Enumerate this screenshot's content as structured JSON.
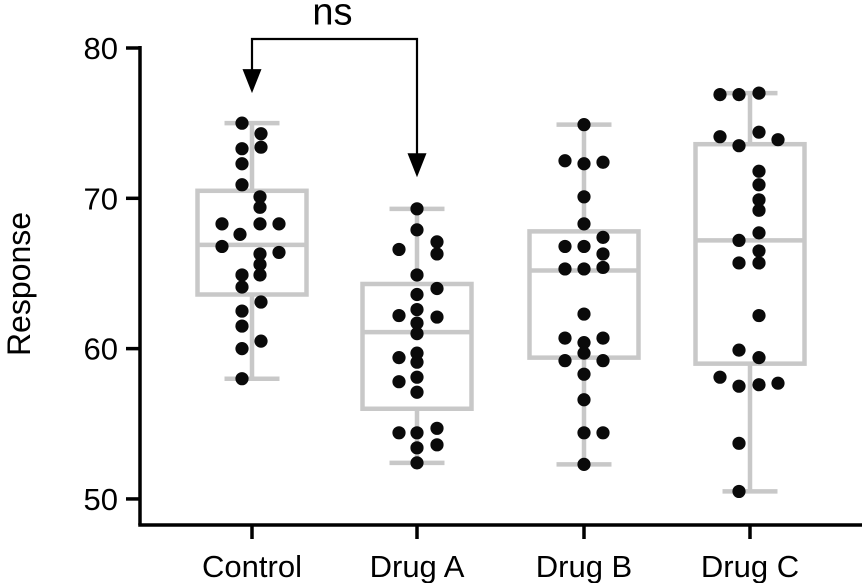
{
  "figure": {
    "background": "#ffffff"
  },
  "chart_data": {
    "type": "boxplot",
    "title": "",
    "ylabel": "Response",
    "xlabel": "",
    "ylim": [
      48,
      80
    ],
    "yticks": [
      50,
      60,
      70,
      80
    ],
    "grid": false,
    "categories": [
      "Control",
      "Drug A",
      "Drug B",
      "Drug C"
    ],
    "colors": {
      "axis": "#000000",
      "box_stroke": "#c8c8c8",
      "box_fill": "#ffffff",
      "point_fill": "#0a0a0a",
      "annotation": "#000000"
    },
    "groups": [
      {
        "name": "Control",
        "box": {
          "whisker_low": 58.0,
          "q1": 63.6,
          "median": 66.9,
          "q3": 70.5,
          "whisker_high": 75.0
        },
        "points": [
          [
            75.0,
            -10
          ],
          [
            74.3,
            9
          ],
          [
            73.4,
            9
          ],
          [
            73.3,
            -10
          ],
          [
            72.3,
            -10
          ],
          [
            70.9,
            -10
          ],
          [
            70.1,
            8
          ],
          [
            69.4,
            8
          ],
          [
            68.3,
            -30
          ],
          [
            68.3,
            8
          ],
          [
            68.3,
            27
          ],
          [
            67.6,
            -12
          ],
          [
            66.8,
            -30
          ],
          [
            66.4,
            27
          ],
          [
            66.3,
            8
          ],
          [
            65.6,
            8
          ],
          [
            64.9,
            -10
          ],
          [
            64.9,
            8
          ],
          [
            64.1,
            -10
          ],
          [
            63.1,
            9
          ],
          [
            62.5,
            -10
          ],
          [
            61.5,
            -10
          ],
          [
            60.5,
            9
          ],
          [
            60.0,
            -10
          ],
          [
            58.0,
            -10
          ]
        ]
      },
      {
        "name": "Drug A",
        "box": {
          "whisker_low": 52.4,
          "q1": 56.0,
          "median": 61.1,
          "q3": 64.3,
          "whisker_high": 69.3
        },
        "points": [
          [
            69.3,
            0
          ],
          [
            67.9,
            0
          ],
          [
            67.1,
            20
          ],
          [
            66.6,
            -18
          ],
          [
            66.3,
            20
          ],
          [
            64.9,
            0
          ],
          [
            64.0,
            20
          ],
          [
            63.6,
            0
          ],
          [
            62.6,
            0
          ],
          [
            62.2,
            -18
          ],
          [
            62.1,
            20
          ],
          [
            61.7,
            0
          ],
          [
            61.0,
            0
          ],
          [
            59.7,
            0
          ],
          [
            59.4,
            -18
          ],
          [
            59.1,
            0
          ],
          [
            58.1,
            0
          ],
          [
            57.8,
            -18
          ],
          [
            57.1,
            0
          ],
          [
            54.7,
            20
          ],
          [
            54.4,
            -18
          ],
          [
            54.4,
            0
          ],
          [
            53.6,
            20
          ],
          [
            53.4,
            0
          ],
          [
            52.4,
            0
          ]
        ]
      },
      {
        "name": "Drug B",
        "box": {
          "whisker_low": 52.3,
          "q1": 59.4,
          "median": 65.2,
          "q3": 67.8,
          "whisker_high": 74.9
        },
        "points": [
          [
            74.9,
            0
          ],
          [
            72.5,
            -19
          ],
          [
            72.4,
            19
          ],
          [
            72.3,
            0
          ],
          [
            70.1,
            0
          ],
          [
            68.3,
            0
          ],
          [
            67.4,
            19
          ],
          [
            66.8,
            -19
          ],
          [
            66.8,
            0
          ],
          [
            66.3,
            19
          ],
          [
            65.4,
            19
          ],
          [
            65.3,
            -19
          ],
          [
            65.3,
            0
          ],
          [
            62.3,
            0
          ],
          [
            60.7,
            -19
          ],
          [
            60.7,
            19
          ],
          [
            60.4,
            0
          ],
          [
            59.7,
            0
          ],
          [
            59.2,
            -19
          ],
          [
            59.2,
            19
          ],
          [
            58.3,
            0
          ],
          [
            56.6,
            0
          ],
          [
            54.4,
            0
          ],
          [
            54.4,
            19
          ],
          [
            52.3,
            0
          ]
        ]
      },
      {
        "name": "Drug C",
        "box": {
          "whisker_low": 50.5,
          "q1": 59.0,
          "median": 67.2,
          "q3": 73.6,
          "whisker_high": 77.0
        },
        "points": [
          [
            76.9,
            -30
          ],
          [
            76.9,
            -11
          ],
          [
            77.0,
            9
          ],
          [
            74.4,
            9
          ],
          [
            74.1,
            -30
          ],
          [
            73.9,
            28
          ],
          [
            73.5,
            -11
          ],
          [
            71.8,
            9
          ],
          [
            70.9,
            9
          ],
          [
            69.9,
            9
          ],
          [
            69.2,
            9
          ],
          [
            67.7,
            9
          ],
          [
            67.2,
            -11
          ],
          [
            66.5,
            9
          ],
          [
            65.7,
            -11
          ],
          [
            65.7,
            9
          ],
          [
            62.2,
            9
          ],
          [
            59.9,
            -11
          ],
          [
            59.4,
            9
          ],
          [
            58.1,
            -30
          ],
          [
            57.5,
            -11
          ],
          [
            57.6,
            9
          ],
          [
            57.7,
            28
          ],
          [
            53.7,
            -11
          ],
          [
            50.5,
            -11
          ]
        ]
      }
    ],
    "annotation": {
      "label": "ns",
      "between": [
        "Control",
        "Drug A"
      ],
      "bar_value": 80.6,
      "tip_values": [
        77.0,
        71.4
      ]
    }
  }
}
